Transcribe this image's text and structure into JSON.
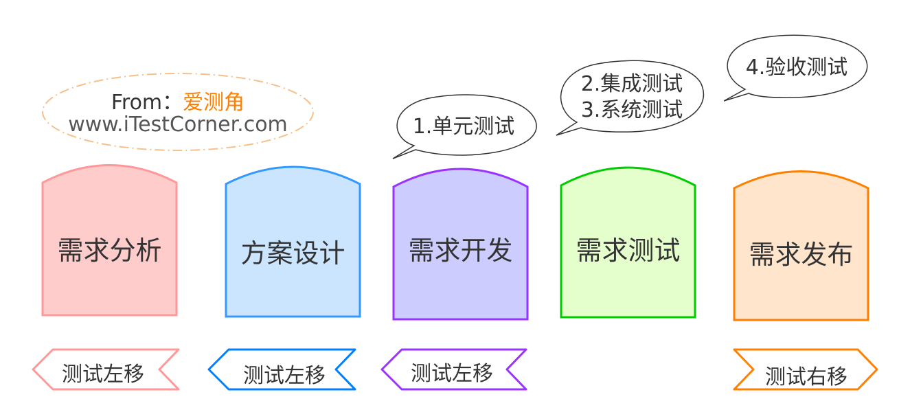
{
  "source_note": {
    "prefix": "From：",
    "brand": "爱测角",
    "url": "www.iTestCorner.com",
    "border_color": "#f5c08a",
    "brand_color": "#ff7f00"
  },
  "stages": [
    {
      "label": "需求分析",
      "fill": "#ffcccc",
      "stroke": "#ff9999"
    },
    {
      "label": "方案设计",
      "fill": "#cce5ff",
      "stroke": "#3399ff"
    },
    {
      "label": "需求开发",
      "fill": "#ccccff",
      "stroke": "#9933ff"
    },
    {
      "label": "需求测试",
      "fill": "#e5ffcc",
      "stroke": "#00cc00"
    },
    {
      "label": "需求发布",
      "fill": "#ffe5cc",
      "stroke": "#ff8000"
    }
  ],
  "bubbles": [
    {
      "line1": "1.单元测试"
    },
    {
      "line1": "2.集成测试",
      "line2": "3.系统测试"
    },
    {
      "line1": "4.验收测试"
    }
  ],
  "tags": [
    {
      "label": "测试左移",
      "direction": "left",
      "stroke": "#ff9999"
    },
    {
      "label": "测试左移",
      "direction": "left",
      "stroke": "#0080ff"
    },
    {
      "label": "测试左移",
      "direction": "left",
      "stroke": "#9933ff"
    },
    {
      "label": "测试右移",
      "direction": "right",
      "stroke": "#ff8000"
    }
  ]
}
